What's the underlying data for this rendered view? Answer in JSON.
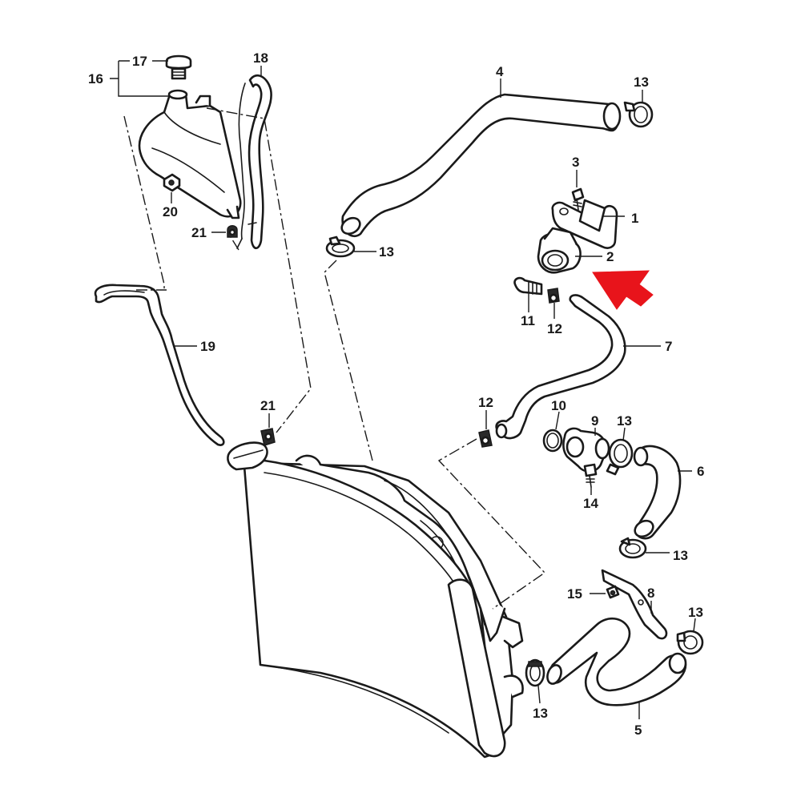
{
  "diagram": {
    "callouts": {
      "c1": "1",
      "c2": "2",
      "c3": "3",
      "c4": "4",
      "c5": "5",
      "c6": "6",
      "c7": "7",
      "c8": "8",
      "c9": "9",
      "c10": "10",
      "c11": "11",
      "c12a": "12",
      "c12b": "12",
      "c13a": "13",
      "c13b": "13",
      "c13c": "13",
      "c13d": "13",
      "c13e": "13",
      "c13f": "13",
      "c14": "14",
      "c15": "15",
      "c16": "16",
      "c17": "17",
      "c18": "18",
      "c19": "19",
      "c20": "20",
      "c21a": "21",
      "c21b": "21"
    },
    "colors": {
      "line": "#1a1a1a",
      "highlight_arrow": "#e8141b"
    },
    "highlight_arrow_icon": "red-arrow-icon"
  }
}
